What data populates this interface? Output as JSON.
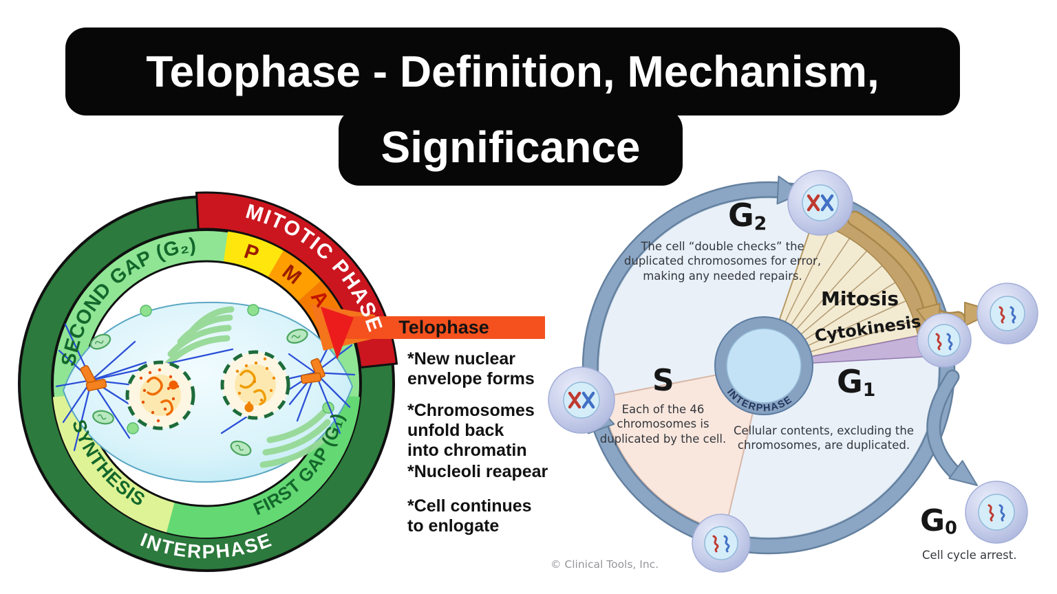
{
  "title": {
    "line1": "Telophase - Definition, Mechanism,",
    "line2": "Significance"
  },
  "left_diagram": {
    "second_gap_label": "SECOND GAP (G₂)",
    "synthesis_label": "SYNTHESIS",
    "first_gap_label": "FIRST GAP (G₁)",
    "interphase_label": "INTERPHASE",
    "mitotic_phase_label": "MITOTIC PHASE",
    "prophase_abbr": "P",
    "metaphase_abbr": "M",
    "anaphase_abbr": "A"
  },
  "callout": {
    "banner_label": "Telophase",
    "bullets": [
      "*New nuclear\nenvelope forms",
      "*Chromosomes\nunfold back\ninto chromatin",
      "*Nucleoli reapear",
      "*Cell continues\nto enlogate"
    ]
  },
  "right_diagram": {
    "g2": {
      "symbol": "G",
      "sub": "2",
      "description": "The cell “double checks” the duplicated chromosomes for error, making any needed repairs."
    },
    "s": {
      "symbol": "S",
      "description": "Each of the 46 chromosomes is duplicated by the cell."
    },
    "g1": {
      "symbol": "G",
      "sub": "1",
      "description": "Cellular contents, excluding the chromosomes, are duplicated."
    },
    "g0": {
      "symbol": "G",
      "sub": "0",
      "description": "Cell cycle arrest."
    },
    "mitosis_label": "Mitosis",
    "cytokinesis_label": "Cytokinesis",
    "interphase_label": "INTERPHASE",
    "attribution": "© Clinical Tools, Inc."
  },
  "colors": {
    "title_bg": "#070707",
    "outer_ring_green": "#2c7a3d",
    "inner_ring_light_green": "#8fe594",
    "synthesis_chartreuse": "#def395",
    "first_gap_green": "#64d873",
    "mitotic_red": "#cb161f",
    "prophase_yellow": "#ffe70d",
    "metaphase_orange": "#ff9e01",
    "anaphase_orange": "#f57a00",
    "banner_orange": "#f4511e",
    "cycle_ring_blue": "#8ba6c4",
    "s_wedge_pink": "#f9e7de",
    "mitosis_tan": "#c3a36b",
    "cytokinesis_purple": "#c6b3da",
    "chromosome_red": "#bf3a30",
    "chromosome_blue": "#4170c4"
  }
}
